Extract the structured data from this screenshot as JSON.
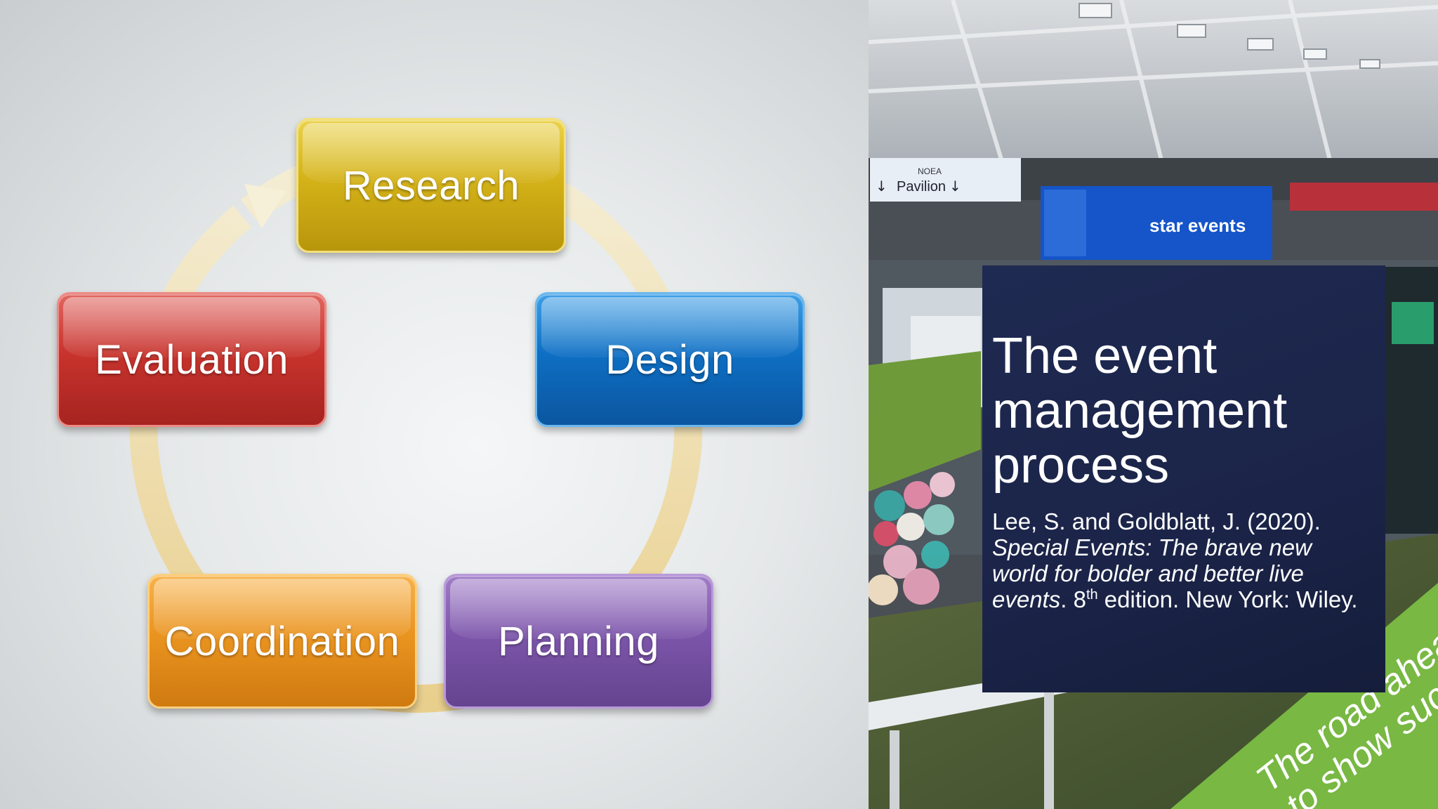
{
  "diagram": {
    "steps": [
      {
        "label": "Research",
        "color": "#d4b218"
      },
      {
        "label": "Design",
        "color": "#0e6fc4"
      },
      {
        "label": "Planning",
        "color": "#7c55aa"
      },
      {
        "label": "Coordination",
        "color": "#ea9420"
      },
      {
        "label": "Evaluation",
        "color": "#c8332d"
      }
    ],
    "ring_color": "#f2e2b0"
  },
  "photo": {
    "sign_top": "NOEA",
    "sign_pavilion": "Pavilion",
    "banner_brand": "star events",
    "green_banner_line1": "The road ahead",
    "green_banner_line2": "to show success"
  },
  "title_card": {
    "title": "The event management process",
    "citation": {
      "authors": "Lee, S. and Goldblatt, J. (2020).",
      "book_title": "Special Events: The brave new world for bolder and better live events",
      "edition_number": "8",
      "edition_suffix": "th",
      "edition_rest": " edition. New York: Wiley."
    }
  }
}
